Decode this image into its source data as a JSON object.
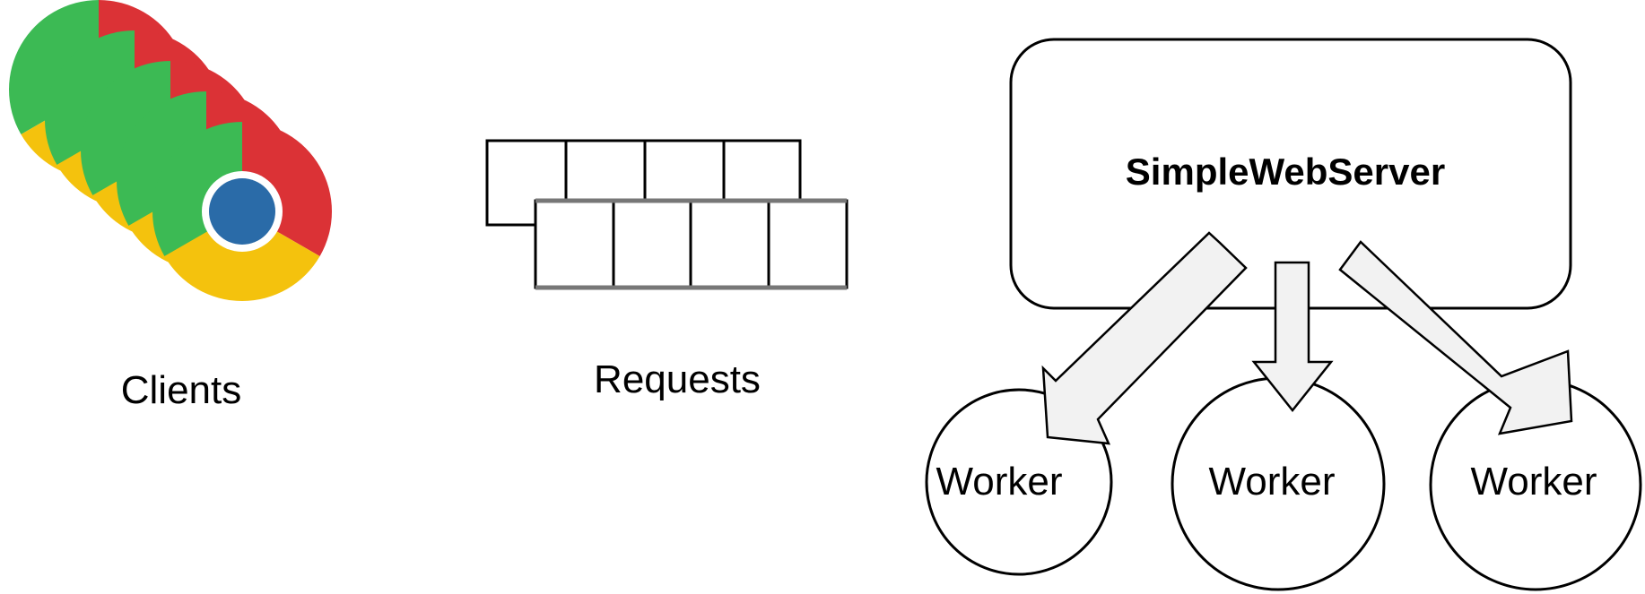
{
  "diagram": {
    "clients": {
      "label": "Clients",
      "icon": "browser-icon",
      "stack_count": 5
    },
    "requests": {
      "label": "Requests",
      "row_cells": 4
    },
    "server": {
      "label": "SimpleWebServer"
    },
    "workers": [
      {
        "label": "Worker"
      },
      {
        "label": "Worker"
      },
      {
        "label": "Worker"
      }
    ]
  },
  "colors": {
    "browser_red": "#db3236",
    "browser_green": "#3cba54",
    "browser_yellow": "#f4c20d",
    "browser_blue": "#2a6ba8",
    "arrow_fill": "#f2f2f2",
    "stroke": "#000000",
    "queue_bottom_stroke": "#777777"
  }
}
